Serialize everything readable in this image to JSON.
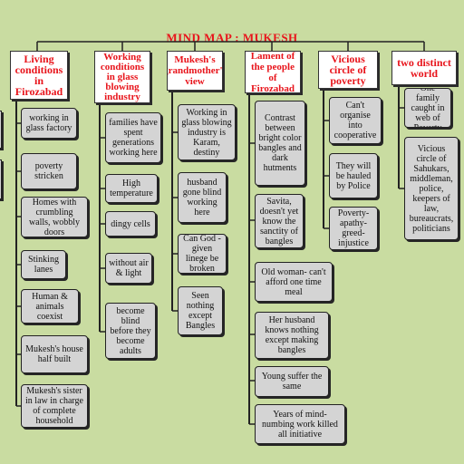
{
  "title": "MIND MAP  : MUKESH",
  "colors": {
    "background": "#c9dca1",
    "header_text": "#e8141b",
    "node_fill": "#d4d4d4"
  },
  "branches": [
    {
      "title": "Living conditions in Firozabad",
      "items": [
        "working in glass factory",
        "poverty stricken",
        "Homes with crumbling walls, wobbly doors",
        "Stinking lanes",
        "Human & animals coexist",
        "Mukesh's house half built",
        "Mukesh's sister in law in charge of complete household"
      ]
    },
    {
      "title": "Working conditions in glass blowing industry",
      "items": [
        "families have spent generations working here",
        "High temperature",
        "dingy cells",
        "without air & light",
        "become blind before they become adults"
      ]
    },
    {
      "title": "Mukesh's grandmother's view",
      "items": [
        "Working in glass blowing industry is Karam, destiny",
        "husband gone blind working here",
        "Can God - given linege be broken",
        "Seen nothing except Bangles"
      ]
    },
    {
      "title": "Lament of the people of Firozabad",
      "items": [
        "Contrast between bright color bangles and dark hutments",
        "Savita, doesn't yet know the sanctity of bangles",
        "Old woman- can't afford one time meal",
        "Her husband knows nothing except making bangles",
        "Young suffer the same",
        "Years of mind-numbing work killed all initiative"
      ]
    },
    {
      "title": "Vicious circle of poverty",
      "items": [
        "Can't organise into cooperative",
        "They will be hauled by Police",
        "Poverty-apathy-greed-injustice"
      ]
    },
    {
      "title": "two distinct world",
      "items": [
        "One family caught in web of Poverty",
        "Vicious circle of Sahukars, middleman, police, keepers of law, bureaucrats, politicians"
      ]
    }
  ]
}
